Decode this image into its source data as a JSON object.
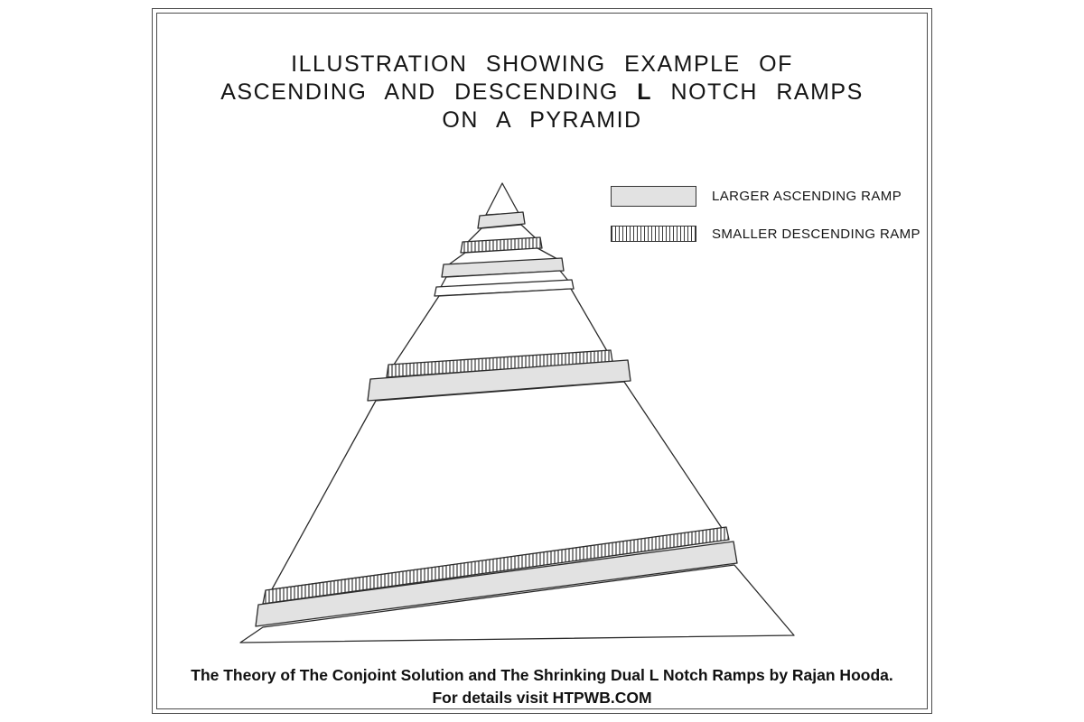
{
  "title": {
    "line1": "ILLUSTRATION SHOWING EXAMPLE OF",
    "line2_pre": "ASCENDING AND DESCENDING",
    "line2_bold": "L",
    "line2_post": "NOTCH RAMPS",
    "line3": "ON A PYRAMID"
  },
  "legend": {
    "items": [
      {
        "label": "LARGER ASCENDING RAMP",
        "style": "solid-gray",
        "color": "#e2e2e2"
      },
      {
        "label": "SMALLER DESCENDING RAMP",
        "style": "hatched"
      }
    ]
  },
  "diagram": {
    "type": "pyramid-step-diagram",
    "ascending_ramp_count": 4,
    "descending_ramp_count": 3
  },
  "colors": {
    "ramp_fill": "#e2e2e2",
    "outline": "#2b2b2b",
    "frame": "#4a4a4a"
  },
  "footer": {
    "line1": "The Theory of The Conjoint Solution and The Shrinking Dual L Notch Ramps by Rajan Hooda.",
    "line2": "For details visit HTPWB.COM"
  }
}
